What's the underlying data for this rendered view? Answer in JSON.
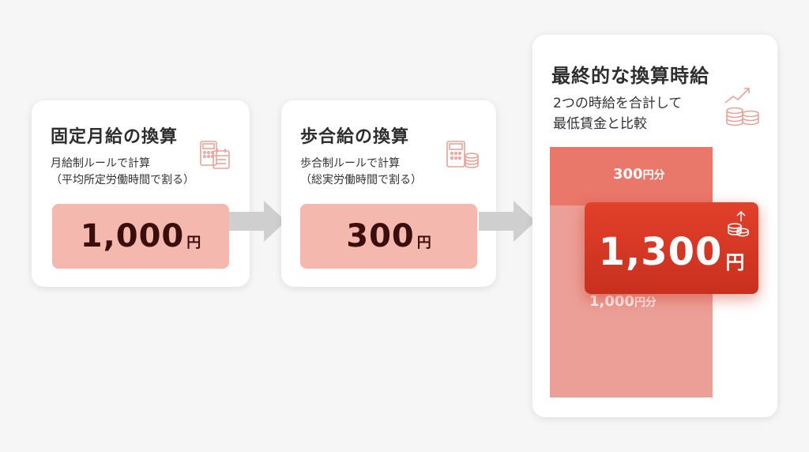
{
  "steps": [
    {
      "title": "固定月給の換算",
      "subtitle": "月給制ルールで計算\n（平均所定労働時間で割る）",
      "value": "1,000",
      "unit": "円",
      "icon": "calculator-calendar-icon"
    },
    {
      "title": "歩合給の換算",
      "subtitle": "歩合制ルールで計算\n（総実労働時間で割る）",
      "value": "300",
      "unit": "円",
      "icon": "calculator-coins-icon"
    }
  ],
  "final": {
    "title": "最終的な換算時給",
    "subtitle": "2つの時給を合計して\n最低賃金と比較",
    "icon": "chart-coins-icon",
    "segments": [
      {
        "value": "300",
        "suffix": "円分"
      },
      {
        "value": "1,000",
        "suffix": "円分"
      }
    ],
    "total": {
      "value": "1,300",
      "unit": "円",
      "icon": "coins-up-icon"
    }
  },
  "colors": {
    "value_box": "#f4b8ae",
    "bar_top": "#e9776a",
    "bar_bottom": "#ec9f97",
    "total_badge": "#d63a25",
    "arrow": "#cfcfcf"
  }
}
